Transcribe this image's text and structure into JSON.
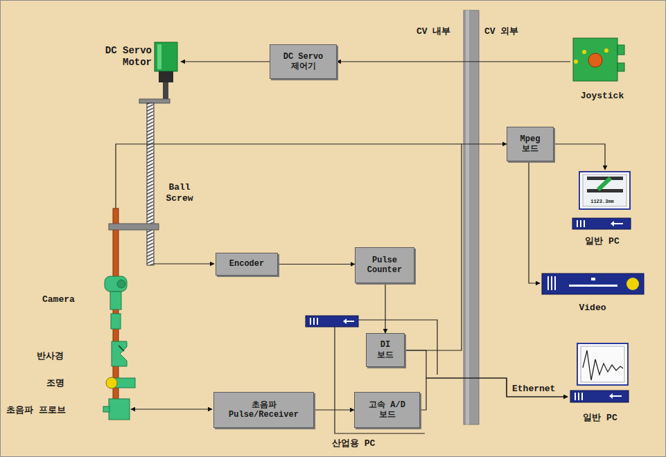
{
  "diagram": {
    "nodes": [
      {
        "text": [
          "DC Servo Motor"
        ]
      },
      {
        "text": [
          "DC Servo 제어기"
        ]
      },
      {
        "text": [
          "Joystick"
        ]
      },
      {
        "text": [
          "Mpeg 보드"
        ]
      },
      {
        "text": [
          "1123.3mm",
          "일반 PC"
        ]
      },
      {
        "text": [
          "Video"
        ]
      },
      {
        "text": [
          "Encoder"
        ]
      },
      {
        "text": [
          "Pulse Counter"
        ]
      },
      {
        "text": [
          "DI 보드"
        ]
      },
      {
        "text": [
          "초음파 Pulse/Receiver"
        ]
      },
      {
        "text": [
          "고속 A/D 보드"
        ]
      },
      {
        "text": [
          "일반 PC"
        ]
      }
    ],
    "edges": [
      {
        "from": 2,
        "to": 1,
        "arrow": "to"
      },
      {
        "from": 1,
        "to": 0,
        "arrow": "to"
      },
      {
        "from": 3,
        "to": 4,
        "arrow": "to"
      },
      {
        "from": 3,
        "to": 5,
        "arrow": "to"
      },
      {
        "from": 6,
        "to": 7,
        "arrow": "to"
      },
      {
        "from": 7,
        "to": 8,
        "arrow": "to"
      },
      {
        "from": 8,
        "to": 3,
        "arrow": "to"
      },
      {
        "from": 9,
        "to": 10,
        "arrow": "to"
      },
      {
        "from": 8,
        "to": 11,
        "arrow": "to"
      },
      {
        "from": 10,
        "to": 11,
        "arrow": "to"
      }
    ],
    "labels": [
      "CV 내부",
      "CV 외부",
      "Ball Screw",
      "Camera",
      "반사경",
      "조명",
      "초음파 프로브",
      "Ethernet",
      "산업용 PC"
    ]
  }
}
